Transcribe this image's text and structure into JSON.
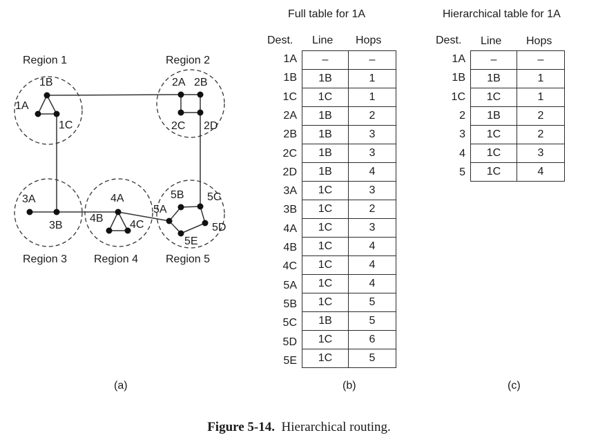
{
  "diagram": {
    "regions": [
      {
        "label": "Region 1",
        "routers": [
          "1A",
          "1B",
          "1C"
        ]
      },
      {
        "label": "Region 2",
        "routers": [
          "2A",
          "2B",
          "2C",
          "2D"
        ]
      },
      {
        "label": "Region 3",
        "routers": [
          "3A",
          "3B"
        ]
      },
      {
        "label": "Region 4",
        "routers": [
          "4A",
          "4B",
          "4C"
        ]
      },
      {
        "label": "Region 5",
        "routers": [
          "5A",
          "5B",
          "5C",
          "5D",
          "5E"
        ]
      }
    ],
    "links": [
      [
        "1A",
        "1B"
      ],
      [
        "1A",
        "1C"
      ],
      [
        "1B",
        "1C"
      ],
      [
        "1B",
        "2A"
      ],
      [
        "1C",
        "3B"
      ],
      [
        "2A",
        "2B"
      ],
      [
        "2A",
        "2C"
      ],
      [
        "2B",
        "2D"
      ],
      [
        "2C",
        "2D"
      ],
      [
        "2D",
        "5C"
      ],
      [
        "3A",
        "3B"
      ],
      [
        "3B",
        "4A"
      ],
      [
        "4A",
        "4B"
      ],
      [
        "4A",
        "4C"
      ],
      [
        "4B",
        "4C"
      ],
      [
        "4A",
        "5A"
      ],
      [
        "5A",
        "5B"
      ],
      [
        "5B",
        "5C"
      ],
      [
        "5C",
        "5D"
      ],
      [
        "5D",
        "5E"
      ],
      [
        "5E",
        "5A"
      ]
    ],
    "sublabel": "(a)"
  },
  "full_table": {
    "title": "Full table for 1A",
    "headers": {
      "dest": "Dest.",
      "line": "Line",
      "hops": "Hops"
    },
    "rows": [
      {
        "dest": "1A",
        "line": "–",
        "hops": "–"
      },
      {
        "dest": "1B",
        "line": "1B",
        "hops": "1"
      },
      {
        "dest": "1C",
        "line": "1C",
        "hops": "1"
      },
      {
        "dest": "2A",
        "line": "1B",
        "hops": "2"
      },
      {
        "dest": "2B",
        "line": "1B",
        "hops": "3"
      },
      {
        "dest": "2C",
        "line": "1B",
        "hops": "3"
      },
      {
        "dest": "2D",
        "line": "1B",
        "hops": "4"
      },
      {
        "dest": "3A",
        "line": "1C",
        "hops": "3"
      },
      {
        "dest": "3B",
        "line": "1C",
        "hops": "2"
      },
      {
        "dest": "4A",
        "line": "1C",
        "hops": "3"
      },
      {
        "dest": "4B",
        "line": "1C",
        "hops": "4"
      },
      {
        "dest": "4C",
        "line": "1C",
        "hops": "4"
      },
      {
        "dest": "5A",
        "line": "1C",
        "hops": "4"
      },
      {
        "dest": "5B",
        "line": "1C",
        "hops": "5"
      },
      {
        "dest": "5C",
        "line": "1B",
        "hops": "5"
      },
      {
        "dest": "5D",
        "line": "1C",
        "hops": "6"
      },
      {
        "dest": "5E",
        "line": "1C",
        "hops": "5"
      }
    ],
    "sublabel": "(b)"
  },
  "hier_table": {
    "title": "Hierarchical table for 1A",
    "headers": {
      "dest": "Dest.",
      "line": "Line",
      "hops": "Hops"
    },
    "rows": [
      {
        "dest": "1A",
        "line": "–",
        "hops": "–"
      },
      {
        "dest": "1B",
        "line": "1B",
        "hops": "1"
      },
      {
        "dest": "1C",
        "line": "1C",
        "hops": "1"
      },
      {
        "dest": "2",
        "line": "1B",
        "hops": "2"
      },
      {
        "dest": "3",
        "line": "1C",
        "hops": "2"
      },
      {
        "dest": "4",
        "line": "1C",
        "hops": "3"
      },
      {
        "dest": "5",
        "line": "1C",
        "hops": "4"
      }
    ],
    "sublabel": "(c)"
  },
  "caption": {
    "figure": "Figure 5-14.",
    "text": "Hierarchical routing."
  }
}
